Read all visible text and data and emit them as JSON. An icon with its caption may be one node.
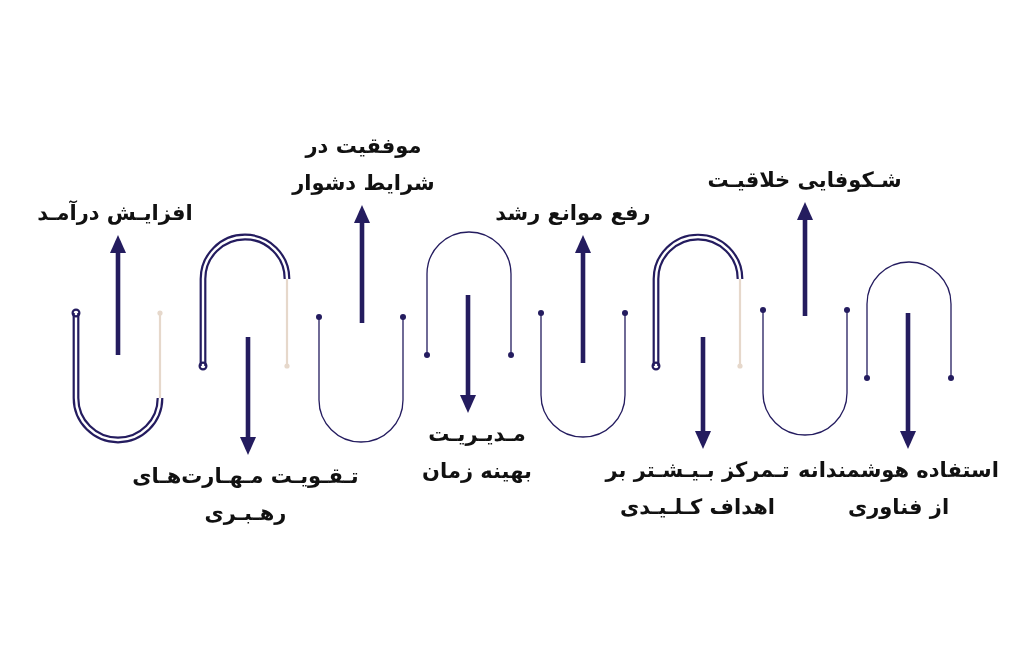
{
  "diagram": {
    "nodes": [
      {
        "text": [
          "افزایـش درآمـد"
        ]
      },
      {
        "text": [
          "تـقـویـت مـهـارت‌هـای رهـبـری"
        ]
      },
      {
        "text": [
          "موفقیت در شرایط دشوار"
        ]
      },
      {
        "text": [
          "مـدیـریـت بهینه زمان"
        ]
      },
      {
        "text": [
          "رفع موانع رشد"
        ]
      },
      {
        "text": [
          "تـمرکز بـیـشـتر بر اهداف کـلـیـدی"
        ]
      },
      {
        "text": [
          "شـکوفایی خلاقیـت"
        ]
      },
      {
        "text": [
          "استفاده هوشمندانه از فناوری"
        ]
      }
    ],
    "edges": [
      {
        "from": null,
        "to": 0,
        "arrow": "to"
      },
      {
        "from": null,
        "to": 1,
        "arrow": "to"
      },
      {
        "from": null,
        "to": 2,
        "arrow": "to"
      },
      {
        "from": null,
        "to": 3,
        "arrow": "to"
      },
      {
        "from": null,
        "to": 4,
        "arrow": "to"
      },
      {
        "from": null,
        "to": 5,
        "arrow": "to"
      },
      {
        "from": null,
        "to": 6,
        "arrow": "to"
      },
      {
        "from": null,
        "to": 7,
        "arrow": "to"
      }
    ]
  }
}
